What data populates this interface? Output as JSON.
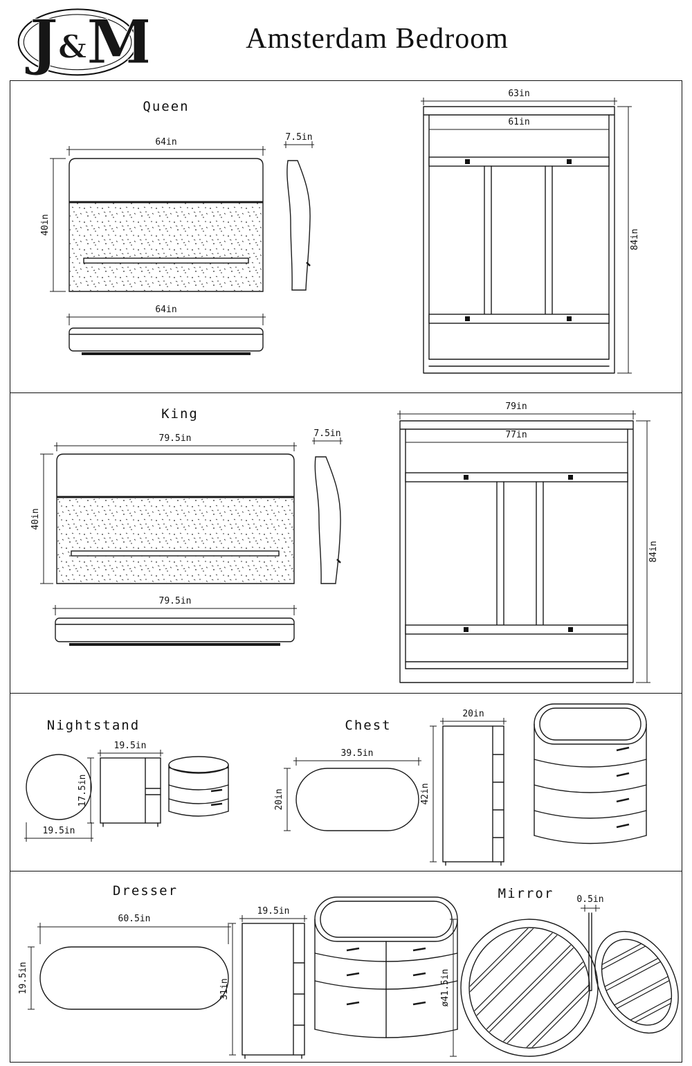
{
  "header": {
    "logo_j": "J",
    "logo_amp": "&",
    "logo_m": "M",
    "title": "Amsterdam Bedroom"
  },
  "queen": {
    "label": "Queen",
    "headboard_width": "64in",
    "headboard_height": "40in",
    "side_depth": "7.5in",
    "rail_width": "64in",
    "frame_width_outer": "63in",
    "frame_width_inner": "61in",
    "frame_length": "84in"
  },
  "king": {
    "label": "King",
    "headboard_width": "79.5in",
    "headboard_height": "40in",
    "side_depth": "7.5in",
    "rail_width": "79.5in",
    "frame_width_outer": "79in",
    "frame_width_inner": "77in",
    "frame_length": "84in"
  },
  "nightstand": {
    "label": "Nightstand",
    "top_diameter": "19.5in",
    "front_width": "19.5in",
    "front_height": "17.5in"
  },
  "chest": {
    "label": "Chest",
    "top_width": "39.5in",
    "top_depth": "20in",
    "front_width": "20in",
    "front_height": "42in"
  },
  "dresser": {
    "label": "Dresser",
    "top_width": "60.5in",
    "top_depth": "19.5in",
    "side_width": "19.5in",
    "side_height": "31in"
  },
  "mirror": {
    "label": "Mirror",
    "diameter": "ø41.5in",
    "thickness": "0.5in"
  }
}
